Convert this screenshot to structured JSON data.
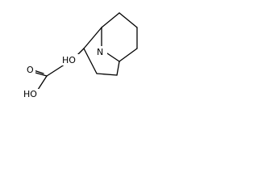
{
  "molecule": {
    "atoms": {
      "nitrogen": "N",
      "hydroxyl_carboxyl": "HO",
      "carbonyl_oxygen": "O",
      "hydroxyl_ring": "HO"
    },
    "colors": {
      "bond": "#000000",
      "background": "#ffffff"
    }
  }
}
